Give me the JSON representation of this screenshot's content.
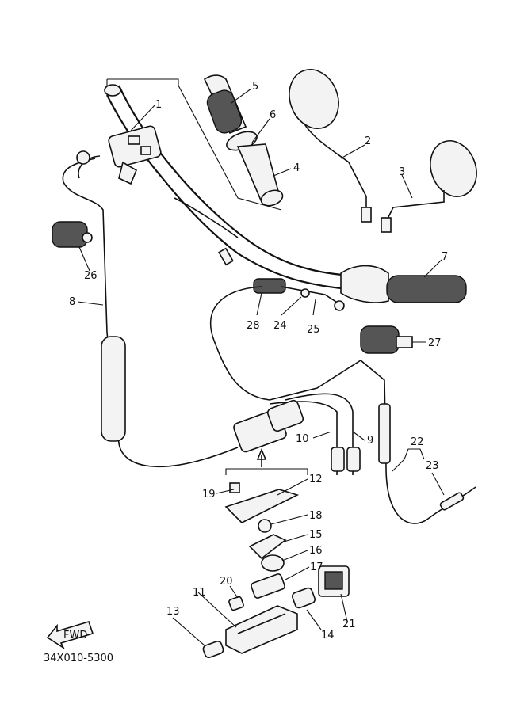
{
  "diagram": {
    "code": "34X010-5300",
    "fwd_label": "FWD",
    "callouts": {
      "c1": "1",
      "c2": "2",
      "c3": "3",
      "c4": "4",
      "c5": "5",
      "c6": "6",
      "c7": "7",
      "c8": "8",
      "c9": "9",
      "c10": "10",
      "c11": "11",
      "c12": "12",
      "c13": "13",
      "c14": "14",
      "c15": "15",
      "c16": "16",
      "c17": "17",
      "c18": "18",
      "c19": "19",
      "c20": "20",
      "c21": "21",
      "c22": "22",
      "c23": "23",
      "c24": "24",
      "c25": "25",
      "c26": "26",
      "c27": "27",
      "c28": "28"
    }
  }
}
